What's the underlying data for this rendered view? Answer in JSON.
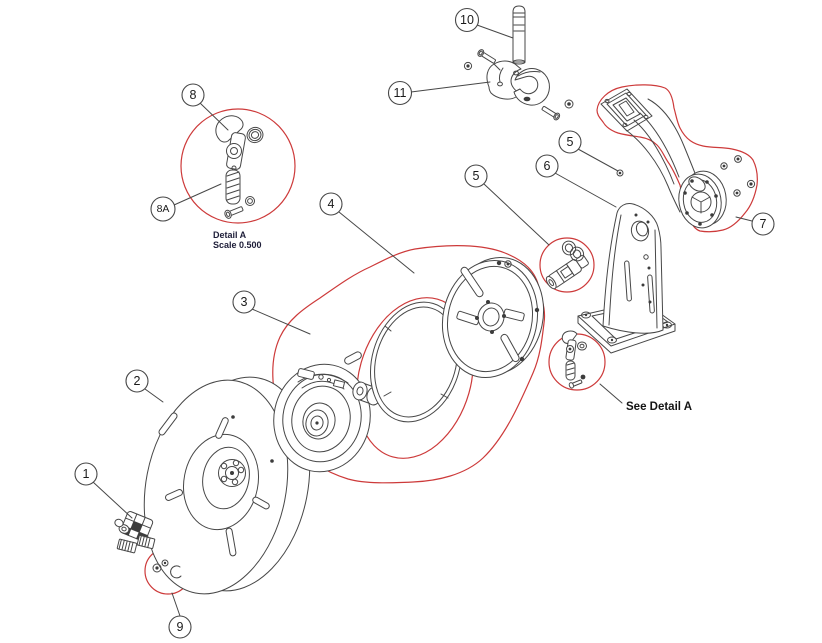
{
  "captions": {
    "detail_title": "Detail A",
    "detail_scale": "Scale 0.500",
    "see_detail": "See Detail A"
  },
  "callouts": {
    "c1": "1",
    "c2": "2",
    "c3": "3",
    "c4": "4",
    "c5a": "5",
    "c5b": "5",
    "c6": "6",
    "c7": "7",
    "c8": "8",
    "c8a": "8A",
    "c9": "9",
    "c10": "10",
    "c11": "11"
  },
  "colors": {
    "line": "#474747",
    "highlight_red": "#cd3a3a",
    "caption_text": "#1d1d38"
  }
}
